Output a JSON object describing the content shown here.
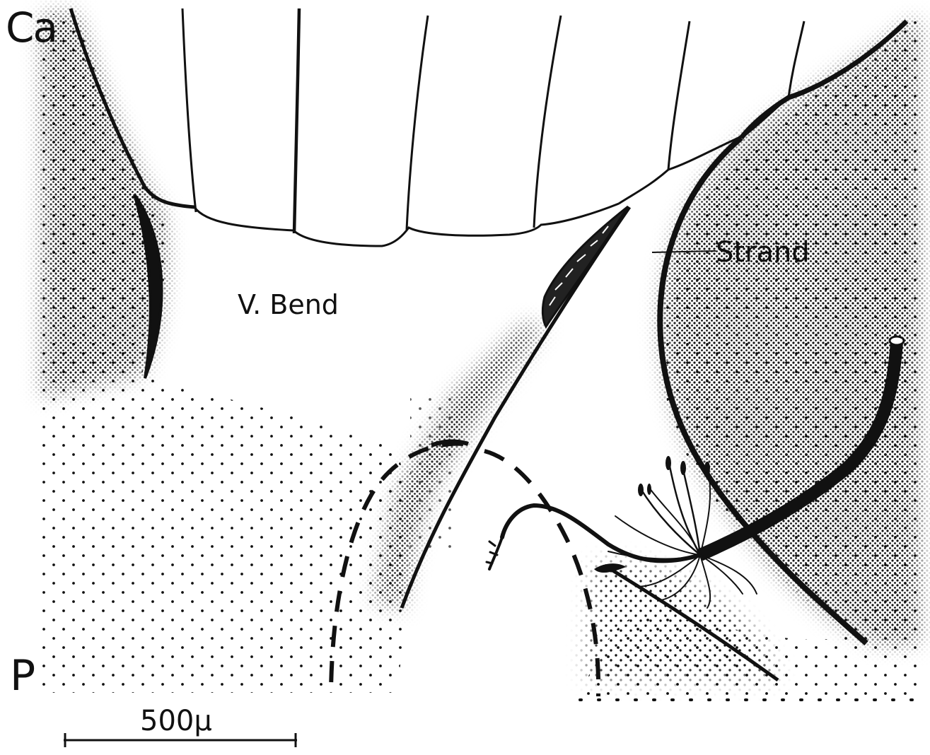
{
  "labels": {
    "top_left": "Ca",
    "bottom_left": "P",
    "cavity": "V. Bend",
    "pointer": "Strand",
    "scale_bar": "500µ"
  },
  "colors": {
    "ink": "#111111",
    "paper": "#ffffff"
  }
}
